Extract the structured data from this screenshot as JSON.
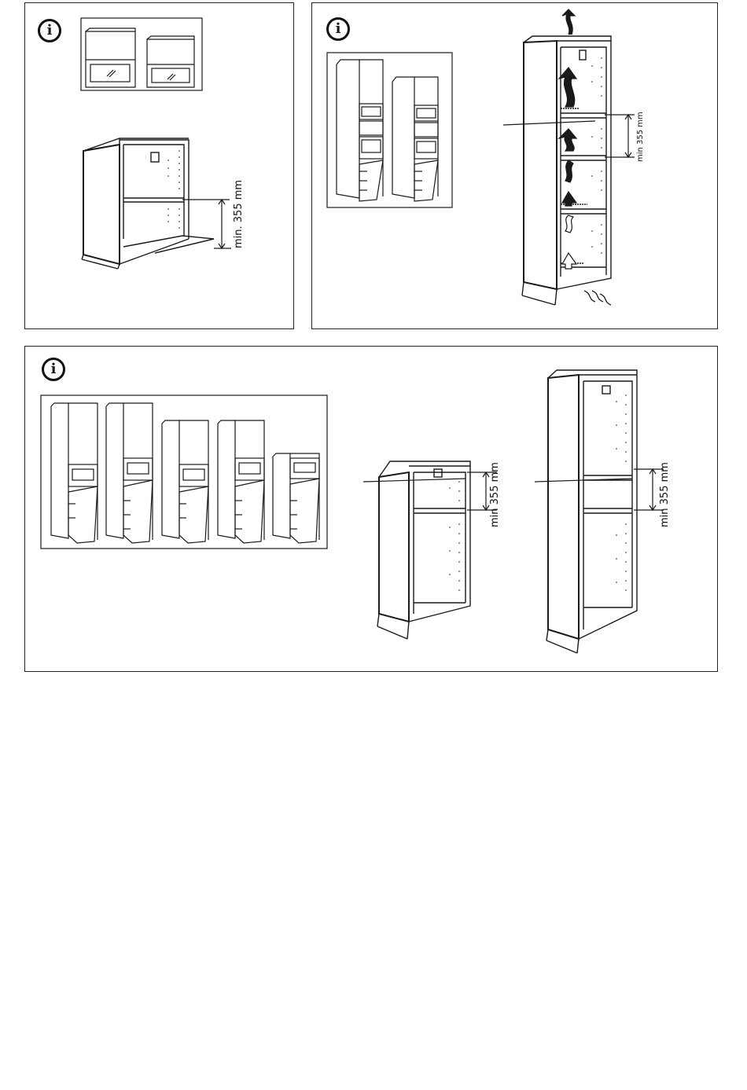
{
  "icons": {
    "info": {
      "glyph": "i",
      "name": "info-icon"
    }
  },
  "panel_a": {
    "dimension": "min. 355 mm"
  },
  "panel_b": {
    "dimension": "min 355 mm"
  },
  "panel_c": {
    "dimension_mid": "min 355 mm",
    "dimension_tall": "min 355 mm"
  },
  "colors": {
    "line": "#1a1a1a",
    "background": "#ffffff"
  }
}
